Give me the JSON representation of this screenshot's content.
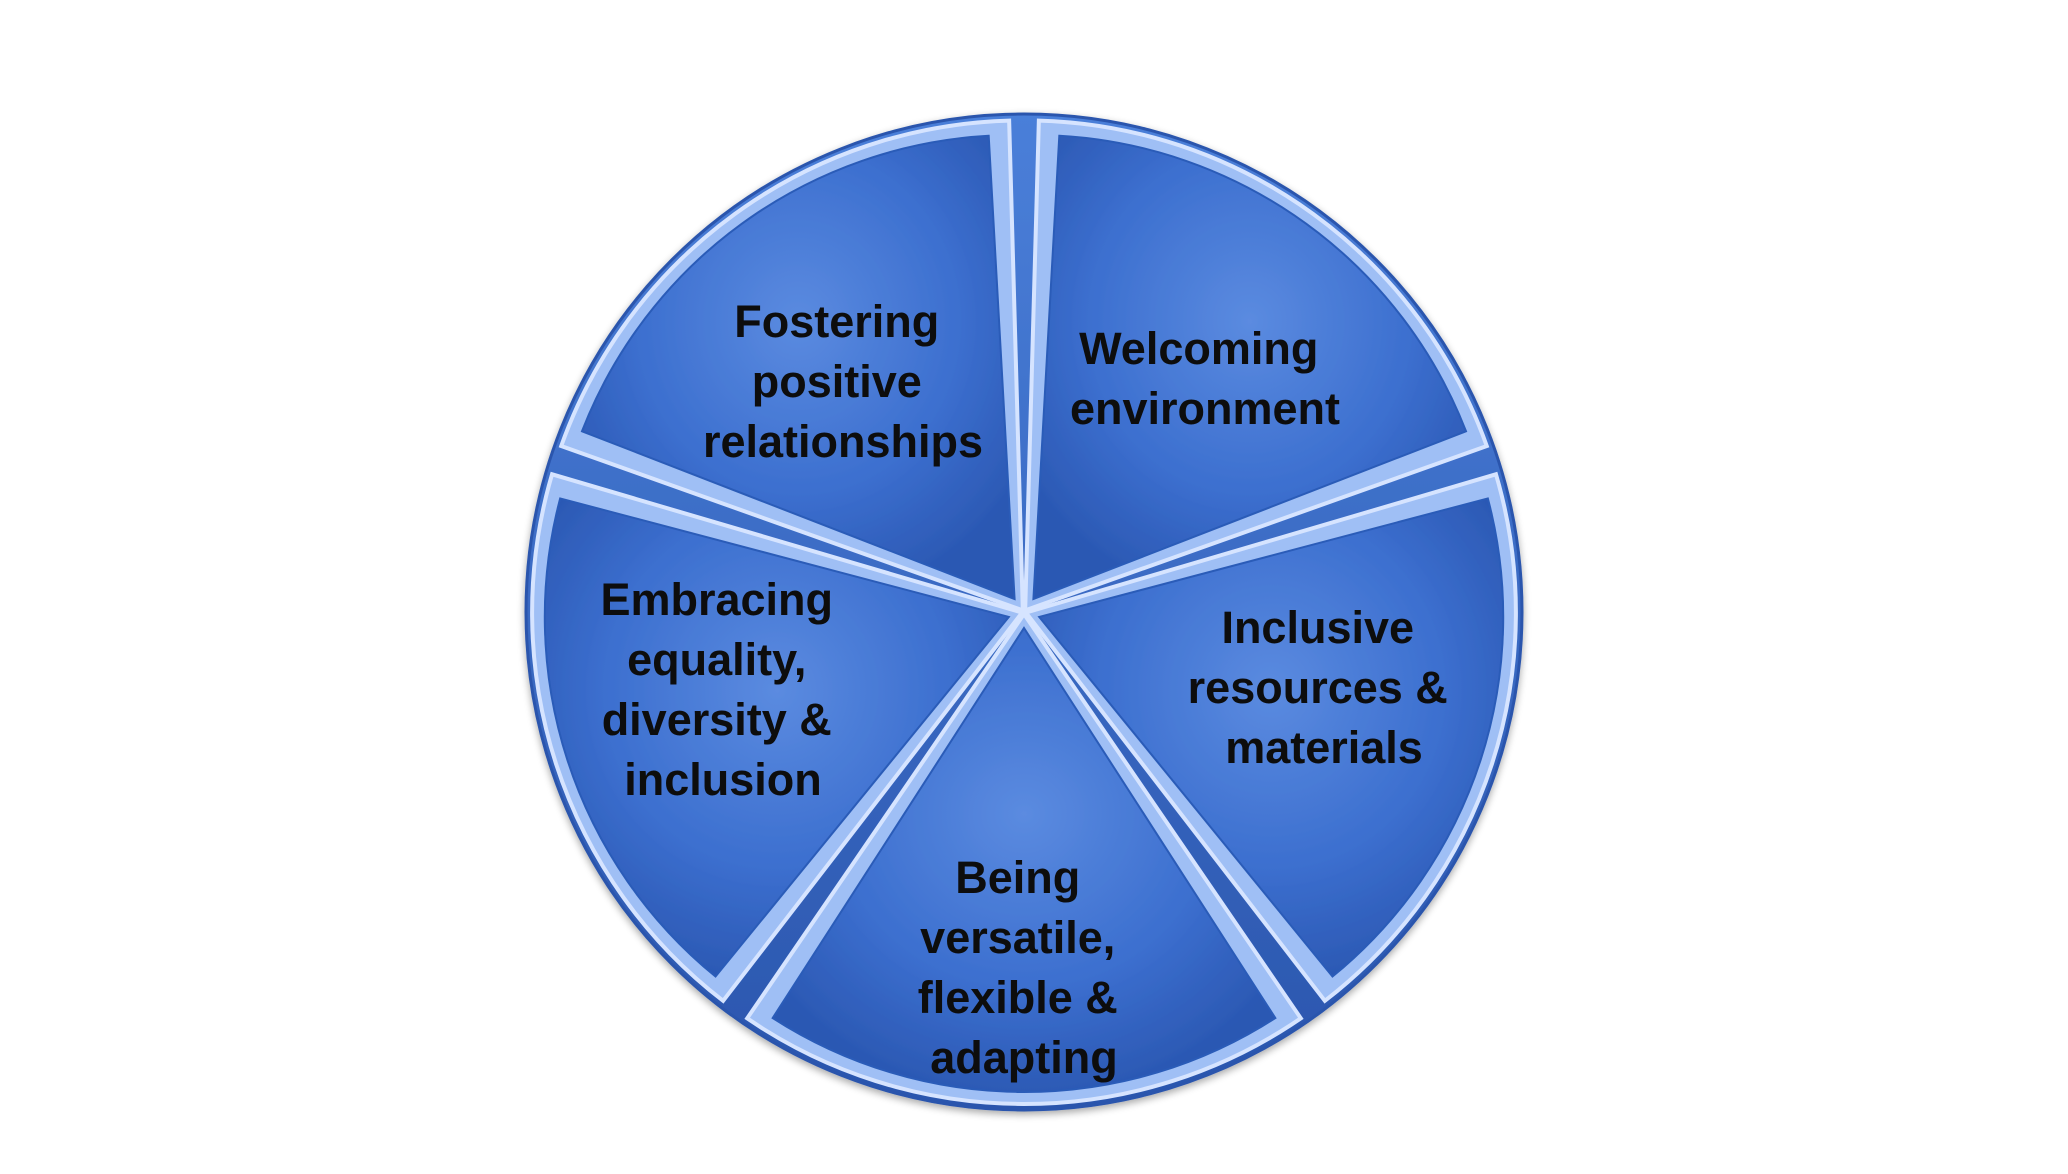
{
  "diagram": {
    "colors": {
      "base": "#3c6fcf",
      "light": "#6d98e6",
      "dark": "#2a55ad",
      "bevel_light": "#cfe0ff",
      "bevel_dark": "#1f4592",
      "text": "#0d0d0d"
    },
    "segments": [
      {
        "id": "welcoming",
        "lines": [
          "Welcoming",
          "environment"
        ]
      },
      {
        "id": "inclusive",
        "lines": [
          "Inclusive",
          "resources &",
          "materials"
        ]
      },
      {
        "id": "versatile",
        "lines": [
          "Being",
          "versatile,",
          "flexible &",
          "adapting"
        ]
      },
      {
        "id": "embracing",
        "lines": [
          "Embracing",
          "equality,",
          "diversity &",
          "inclusion"
        ]
      },
      {
        "id": "fostering",
        "lines": [
          "Fostering",
          "positive",
          "relationships"
        ]
      }
    ]
  }
}
